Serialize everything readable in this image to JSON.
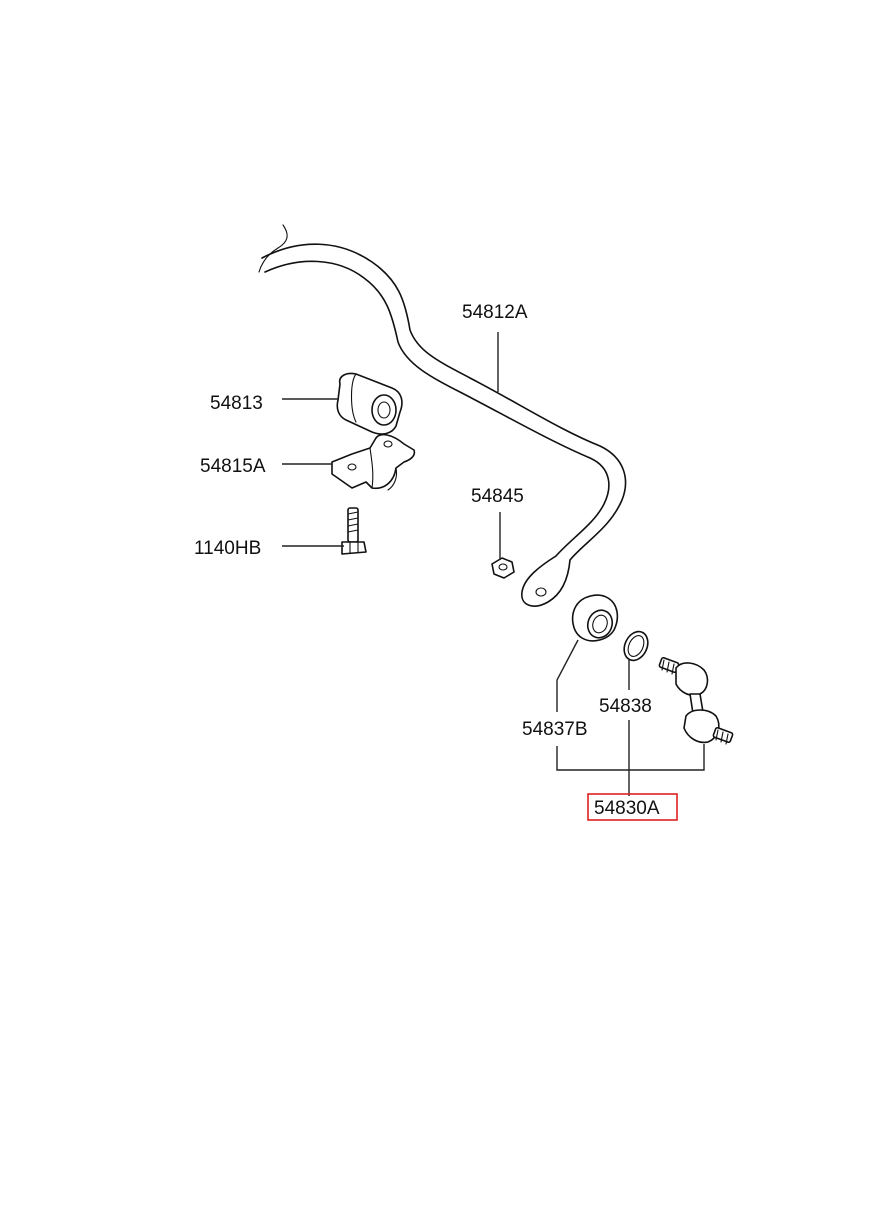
{
  "parts": {
    "stabilizer_bar": "54812A",
    "bushing": "54813",
    "bracket": "54815A",
    "nut": "54845",
    "bolt": "1140HB",
    "dust_cover": "54837B",
    "ring": "54838",
    "link_assembly": "54830A"
  },
  "colors": {
    "highlight": "#e02020",
    "ink": "#111111"
  }
}
